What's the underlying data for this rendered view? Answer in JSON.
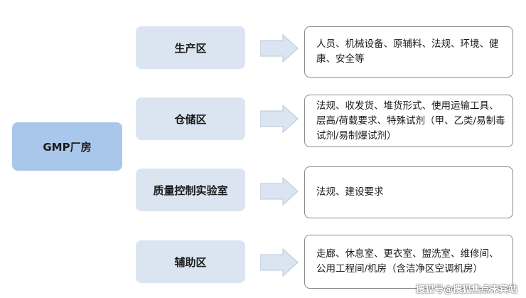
{
  "root": {
    "label": "GMP厂房"
  },
  "areas": [
    {
      "label": "生产区",
      "description": "人员、机械设备、原辅料、法规、环境、健康、安全等"
    },
    {
      "label": "仓储区",
      "description": "法规、收发货、堆货形式、使用运输工具、层高/荷载要求、特殊试剂（甲、乙类/易制毒试剂/易制爆试剂）"
    },
    {
      "label": "质量控制实验室",
      "description": "法规、建设要求"
    },
    {
      "label": "辅助区",
      "description": "走廊、休息室、更衣室、盥洗室、维修间、公用工程间/机房（含洁净区空调机房）"
    }
  ],
  "watermark": "搜狐号@搜狐焦点宋宾站",
  "colors": {
    "root_fill": "#a9c7ea",
    "area_fill": "#dbe5f1",
    "arrow_fill": "#dbe5f1",
    "border": "#8a8a8a"
  }
}
